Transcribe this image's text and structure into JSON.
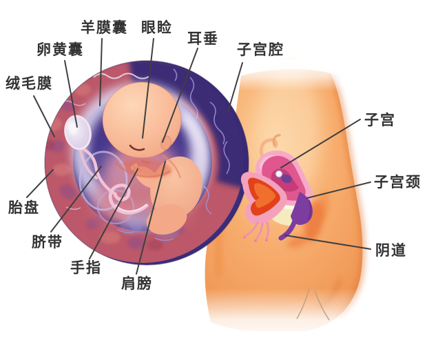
{
  "labels": {
    "chorion": "绒毛膜",
    "yolk_sac": "卵黄囊",
    "amniotic_sac": "羊膜囊",
    "eyelid": "眼睑",
    "earlobe": "耳垂",
    "uterine_cavity": "子宫腔",
    "placenta": "胎盘",
    "umbilical_cord": "脐带",
    "finger": "手指",
    "shoulder": "肩膀",
    "uterus": "子宫",
    "cervix": "子宫颈",
    "vagina": "阴道"
  },
  "colors": {
    "background": "#ffffff",
    "label_text": "#323232",
    "leader_line": "#3f3f3f",
    "body_skin": "#f5a968",
    "circle_dark_ring": "#3c2f7e",
    "circle_red_ring": "#c05a68",
    "amnion_glow": "#d8d0ec",
    "fetus_skin": "#f6b190",
    "uterus_pink": "#ee7fae",
    "cervix_purple": "#7c3ca0",
    "vagina_red": "#e2411b"
  }
}
